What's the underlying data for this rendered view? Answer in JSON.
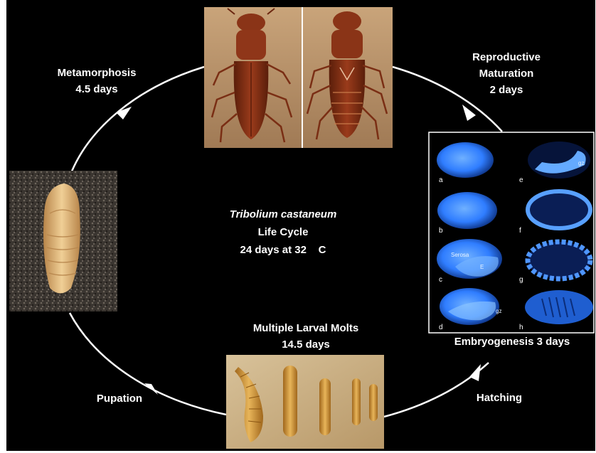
{
  "colors": {
    "background": "#000000",
    "border": "#ffffff",
    "arrow": "#ffffff",
    "embryo": "#2f7dff"
  },
  "center": {
    "species": "Tribolium castaneum",
    "line2": "Life Cycle",
    "line3": "24 days at 32    C"
  },
  "stages": {
    "metamorphosis": {
      "name": "Metamorphosis",
      "duration": "4.5 days"
    },
    "reproductive": {
      "name_line1": "Reproductive",
      "name_line2": "Maturation",
      "duration": "2 days"
    },
    "embryogenesis": {
      "label": "Embryogenesis 3 days"
    },
    "larval": {
      "name": "Multiple Larval Molts",
      "duration": "14.5 days"
    },
    "hatching": {
      "name": "Hatching"
    },
    "pupation": {
      "name": "Pupation"
    }
  },
  "embryo_panels": {
    "left": [
      "a",
      "b",
      "c",
      "d"
    ],
    "right": [
      "e",
      "f",
      "g",
      "h"
    ],
    "notes": {
      "serosa": "Serosa",
      "embryo": "E",
      "gz_d": "gz",
      "gz_e": "gz"
    }
  },
  "icons": [
    "arrowhead-icon"
  ]
}
